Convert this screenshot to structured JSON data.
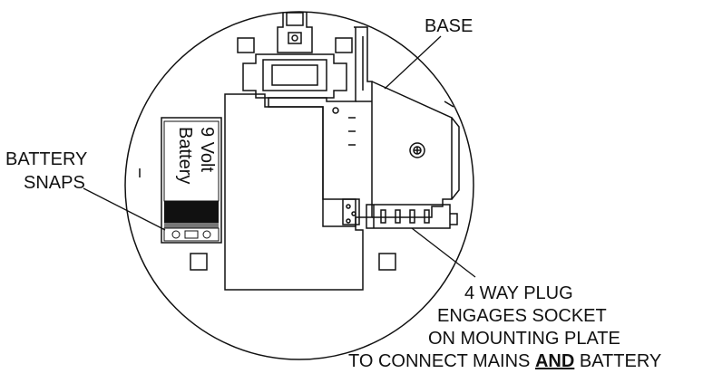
{
  "labels": {
    "base": "BASE",
    "battery_snaps_line1": "BATTERY",
    "battery_snaps_line2": "SNAPS",
    "battery_text_line1": "9 Volt",
    "battery_text_line2": "Battery",
    "plug_line1": "4 WAY PLUG",
    "plug_line2": "ENGAGES SOCKET",
    "plug_line3": "ON MOUNTING PLATE",
    "plug_line4_prefix": "TO CONNECT MAINS ",
    "plug_line4_emphasis": "AND",
    "plug_line4_suffix": " BATTERY"
  },
  "colors": {
    "line": "#111111",
    "fill": "#ffffff",
    "battery_dark": "#111111",
    "battery_shade": "#777777"
  }
}
